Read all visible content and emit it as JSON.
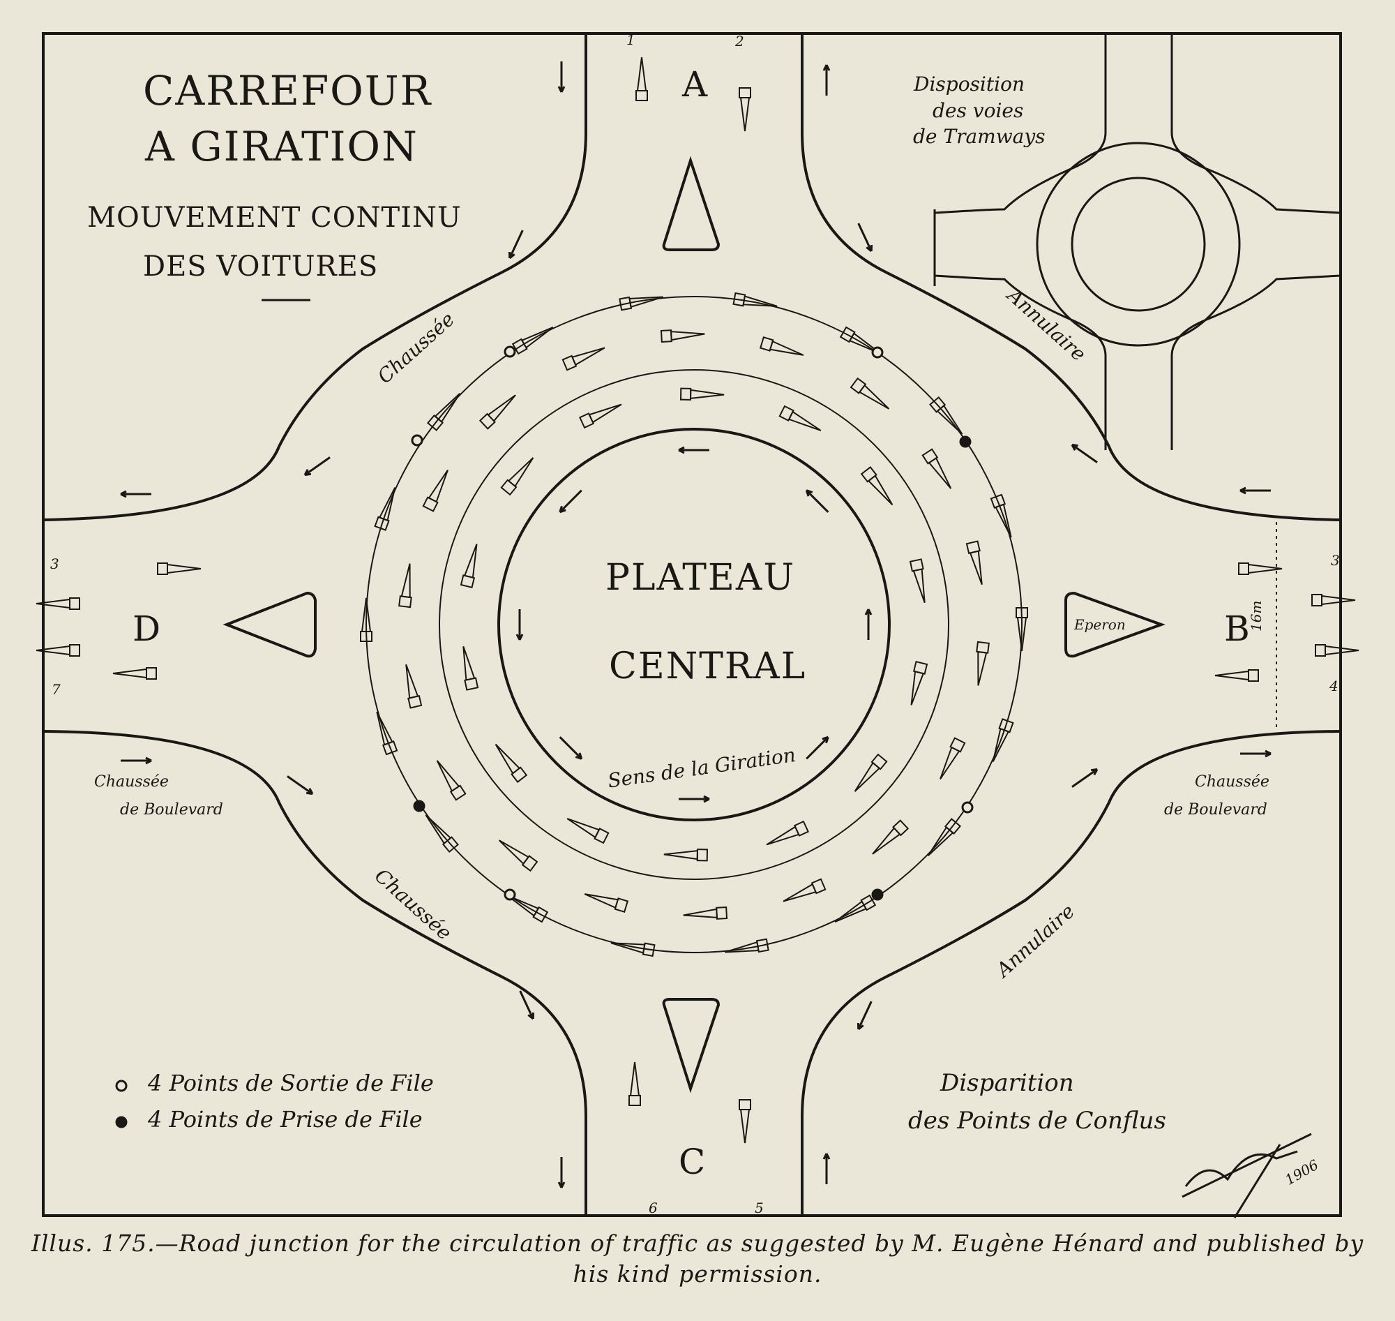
{
  "title": {
    "line1": "CARREFOUR",
    "line2": "A GIRATION",
    "sub1": "MOUVEMENT CONTINU",
    "sub2": "DES VOITURES"
  },
  "tramway_inset": {
    "line1": "Disposition",
    "line2": "des voies",
    "line3": "de Tramways"
  },
  "plateau": {
    "line1": "PLATEAU",
    "line2": "CENTRAL",
    "direction": "Sens de la Giration"
  },
  "branches": {
    "north": "A",
    "east": "B",
    "south": "C",
    "west": "D"
  },
  "lane_numbers": {
    "n1": "1",
    "n2": "2",
    "n3": "3",
    "n4": "4",
    "n5": "5",
    "n6": "6",
    "w3": "3",
    "w7": "7"
  },
  "road_labels": {
    "chaussee_nw": "Chaussée",
    "chaussee_sw": "Chaussée",
    "annulaire_ne": "Annulaire",
    "annulaire_se": "Annulaire",
    "boulevard_w_1": "Chaussée",
    "boulevard_w_2": "de Boulevard",
    "boulevard_e_1": "Chaussée",
    "boulevard_e_2": "de Boulevard",
    "eperon": "Eperon",
    "width_mark": "16m"
  },
  "legend": {
    "exit_points": "4 Points de Sortie de File",
    "entry_points": "4 Points de Prise de File"
  },
  "corner_note": {
    "line1": "Disparition",
    "line2": "des Points de Conflus"
  },
  "signature": {
    "year": "1906"
  },
  "caption": {
    "label": "Illus. 175.",
    "text": "—Road junction for the circulation of traffic as suggested by M. Eugène Hénard and published by his kind permission."
  }
}
